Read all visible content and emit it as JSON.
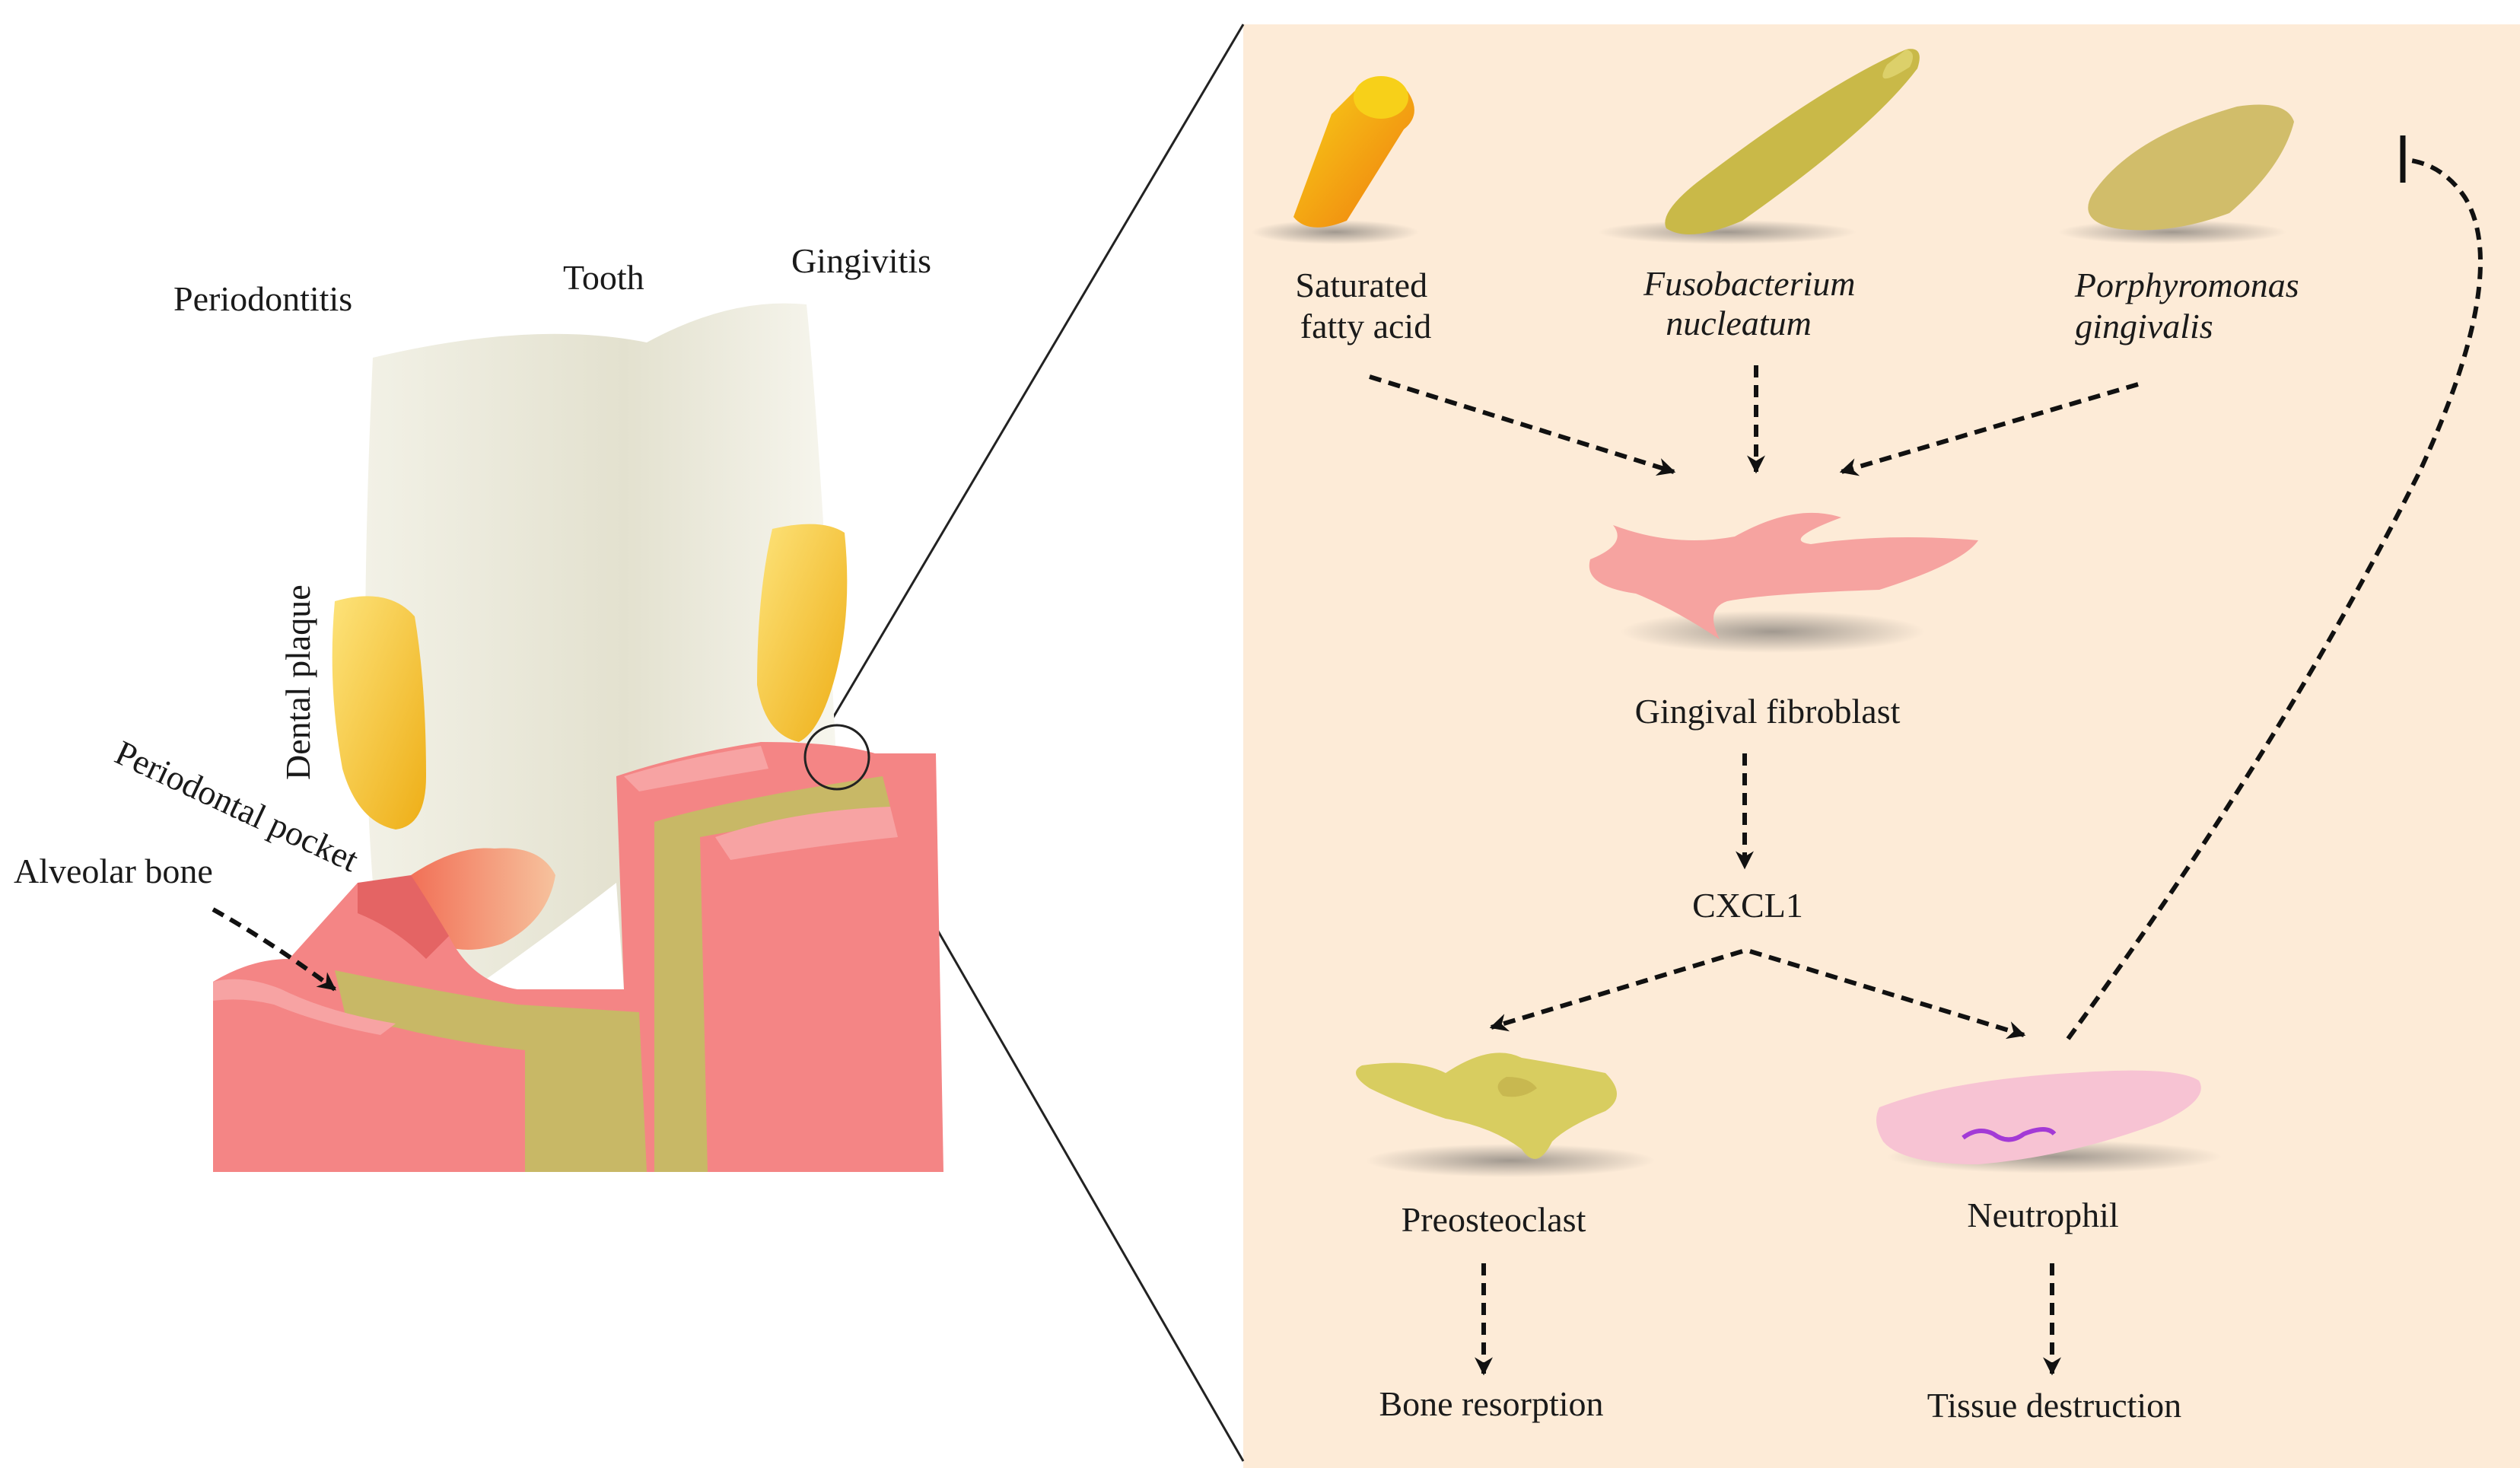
{
  "left_panel": {
    "labels": {
      "periodontitis": "Periodontitis",
      "tooth": "Tooth",
      "gingivitis": "Gingivitis",
      "dental_plaque": "Dental plaque",
      "periodontal_pocket": "Periodontal pocket",
      "alveolar_bone": "Alveolar bone"
    }
  },
  "right_panel": {
    "background_color": "#fdebd7",
    "nodes": {
      "saturated_fatty_acid": [
        "Saturated",
        "fatty acid"
      ],
      "fusobacterium": [
        "Fusobacterium",
        "nucleatum"
      ],
      "porphyromonas": [
        "Porphyromonas",
        "gingivalis"
      ],
      "gingival_fibroblast": "Gingival fibroblast",
      "cxcl1": "CXCL1",
      "preosteoclast": "Preosteoclast",
      "neutrophil": "Neutrophil",
      "bone_resorption": "Bone resorption",
      "tissue_destruction": "Tissue destruction"
    }
  },
  "colors": {
    "gum": "#f48585",
    "gum_light": "#f7a3a3",
    "bone": "#c8b866",
    "tooth": "#eceadc",
    "plaque": "#f5c22c",
    "fatty_acid": "#f39a16",
    "bacteria": "#c9b948",
    "fibroblast": "#f6a3a0",
    "neutrophil": "#f7c3d3",
    "arrow": "#111111"
  }
}
